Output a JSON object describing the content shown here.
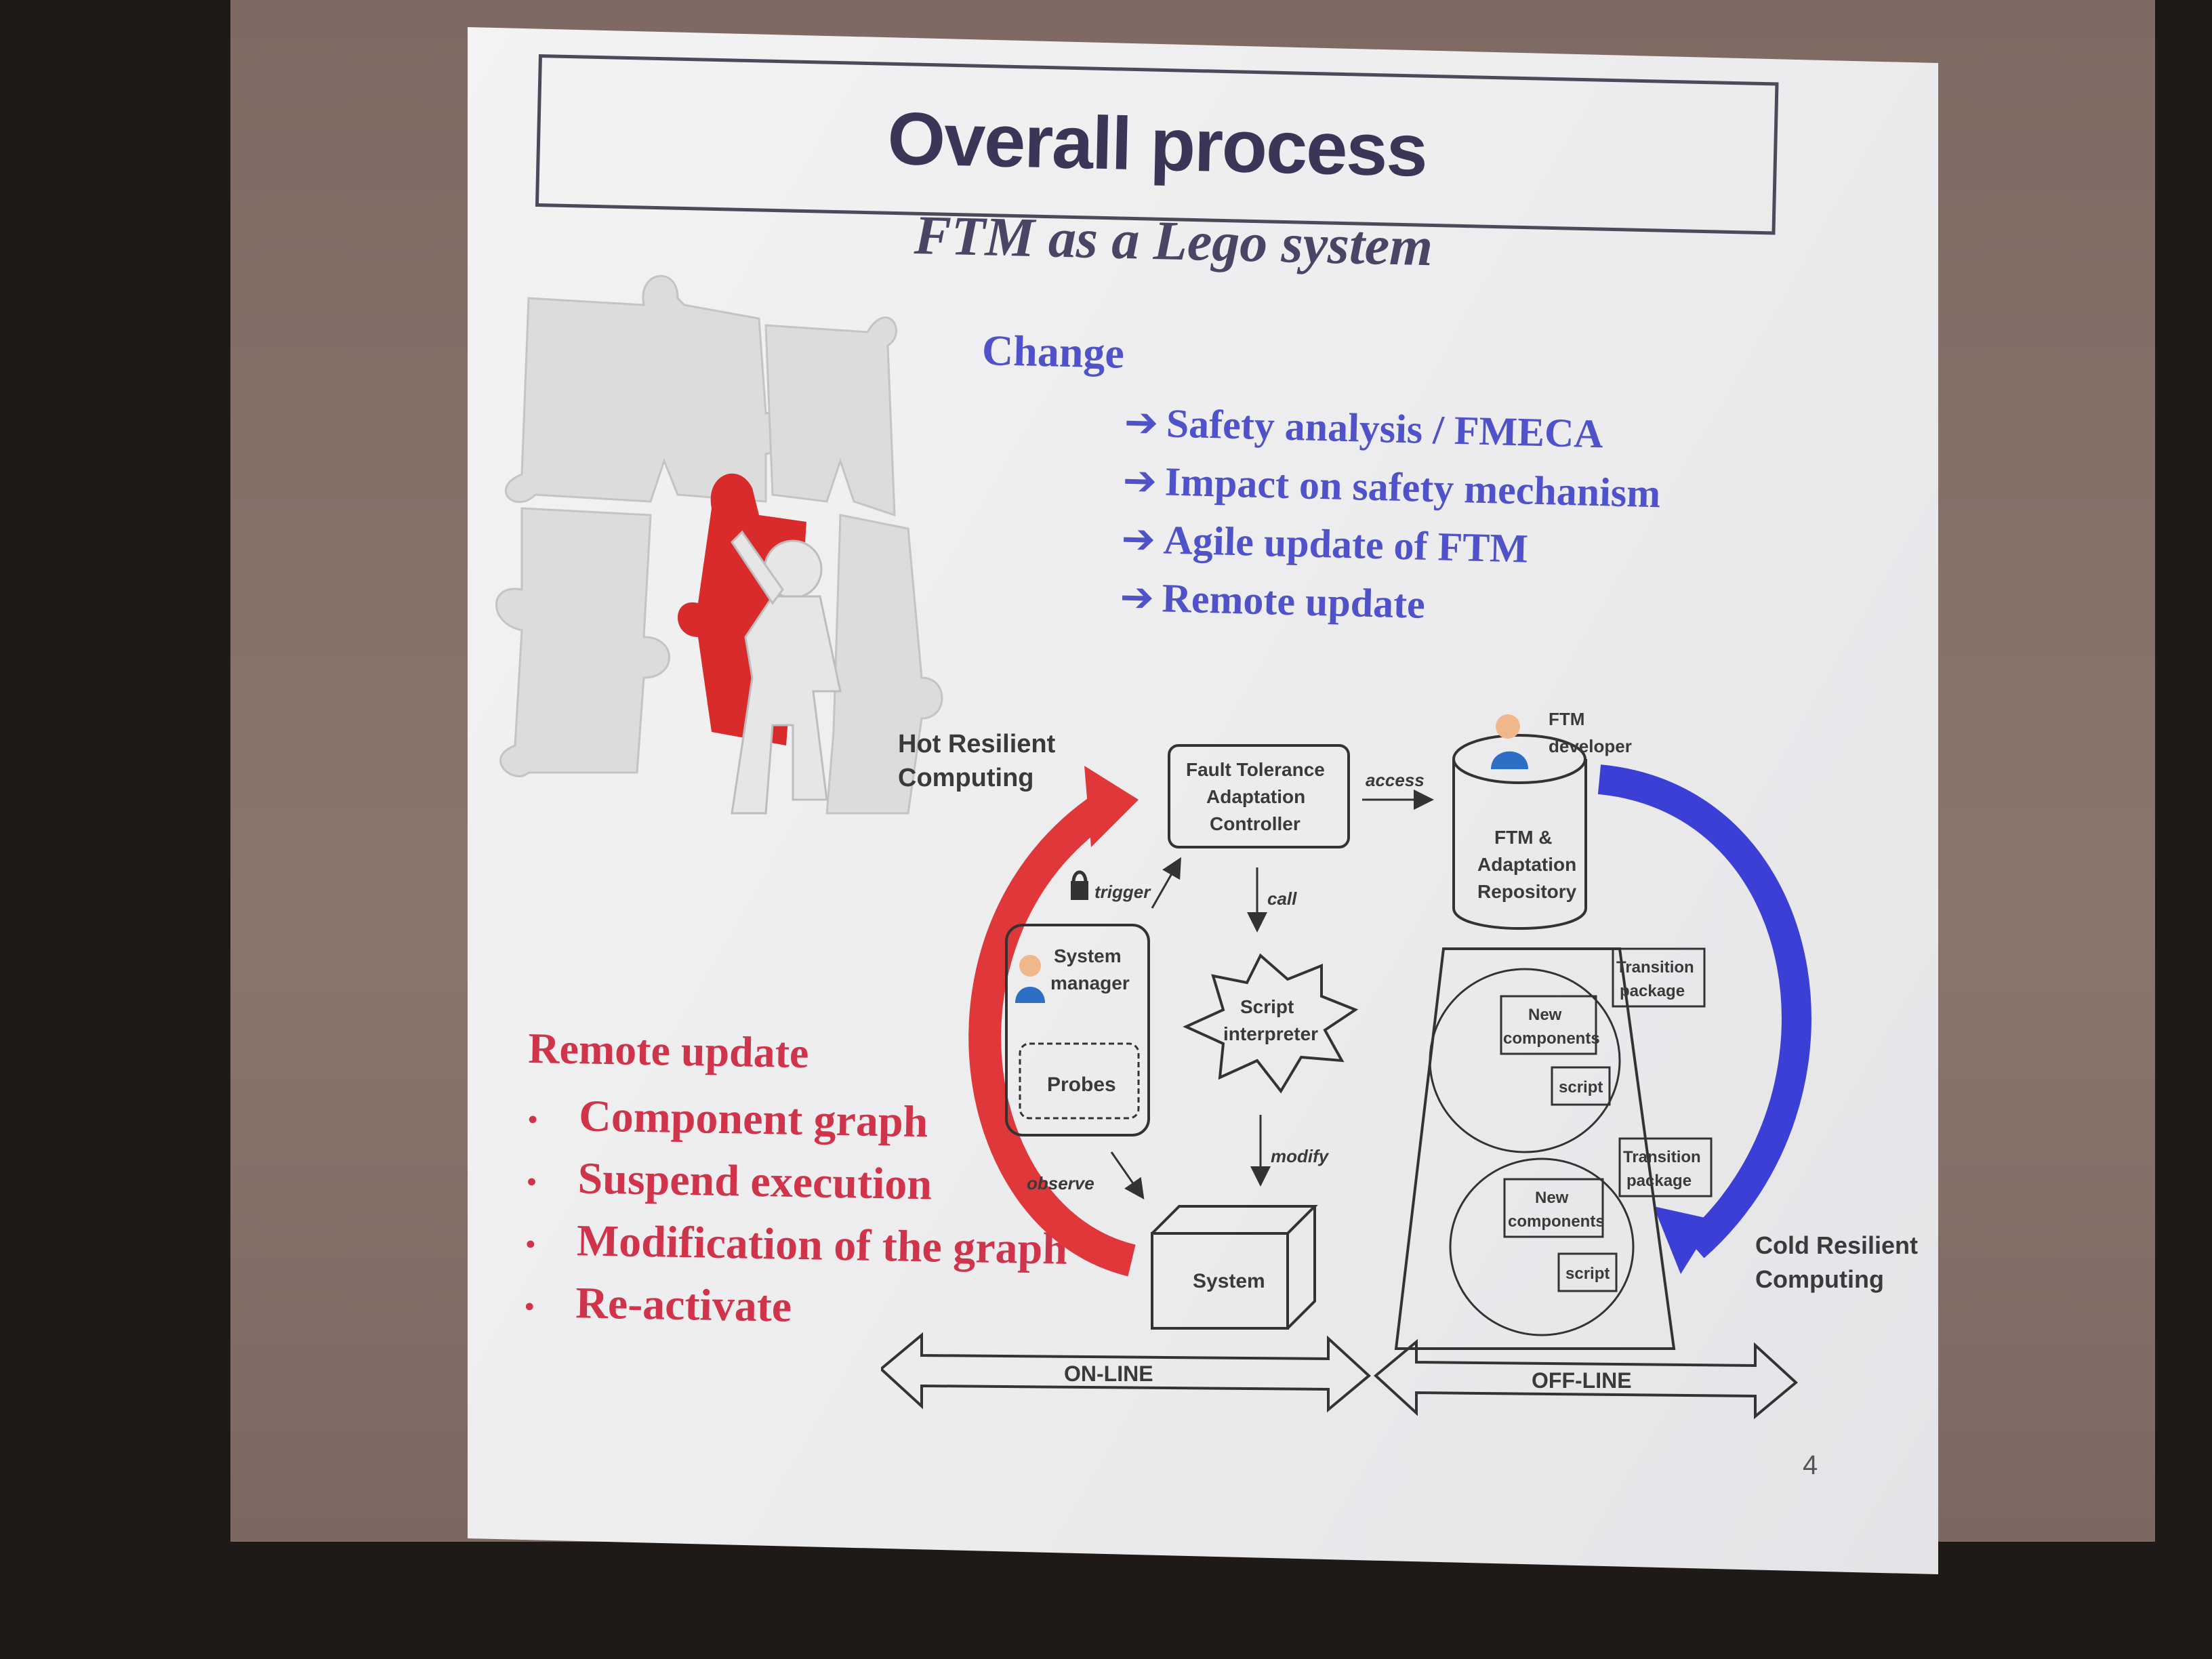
{
  "slide": {
    "title": "Overall process",
    "subtitle": "FTM as a Lego system",
    "change_heading": "Change",
    "change_items": [
      "Safety analysis / FMECA",
      "Impact on safety mechanism",
      "Agile update of FTM",
      "Remote update"
    ],
    "remote_heading": "Remote update",
    "remote_items": [
      "Component graph",
      "Suspend execution",
      "Modification of the graph",
      "Re-activate"
    ],
    "page_number": "4"
  },
  "diagram": {
    "hot_label_1": "Hot Resilient",
    "hot_label_2": "Computing",
    "cold_label_1": "Cold Resilient",
    "cold_label_2": "Computing",
    "ftac_1": "Fault Tolerance",
    "ftac_2": "Adaptation",
    "ftac_3": "Controller",
    "access": "access",
    "repo_1": "FTM &",
    "repo_2": "Adaptation",
    "repo_3": "Repository",
    "ftm_dev_1": "FTM",
    "ftm_dev_2": "developer",
    "trigger": "trigger",
    "call": "call",
    "observe": "observe",
    "modify": "modify",
    "sys_mgr_1": "System",
    "sys_mgr_2": "manager",
    "probes": "Probes",
    "script_1": "Script",
    "script_2": "interpreter",
    "system": "System",
    "tp1_1": "Transition",
    "tp1_2": "package",
    "tp2_1": "Transition",
    "tp2_2": "package",
    "new_comp_1a": "New",
    "new_comp_1b": "components",
    "new_comp_2a": "New",
    "new_comp_2b": "components",
    "script_a": "script",
    "script_b": "script",
    "online": "ON-LINE",
    "offline": "OFF-LINE"
  },
  "colors": {
    "title": "#3c3558",
    "blue_text": "#4f52c8",
    "red_text": "#d0344a",
    "hot_arrow": "#e0383a",
    "cold_arrow": "#3b3fd6"
  },
  "icons": [
    "arrow-right-icon",
    "bullet-icon",
    "puzzle-image",
    "padlock-icon",
    "person-icon"
  ]
}
